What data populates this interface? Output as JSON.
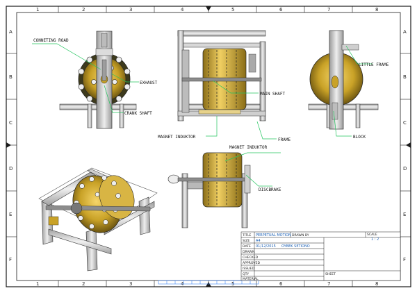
{
  "zones": {
    "columns": [
      "1",
      "2",
      "3",
      "4",
      "5",
      "6",
      "7",
      "8"
    ],
    "rows": [
      "A",
      "B",
      "C",
      "D",
      "E",
      "F"
    ]
  },
  "callouts": {
    "connecting_road": "CONNETING ROAD",
    "exhaust": "EXHAUST",
    "crank_shaft": "CRANK SHAFT",
    "main_shaft": "MAIN SHAFT",
    "magnet_induktor_front": "MAGNET INDUKTOR",
    "magnet_induktor_top": "MAGNET INDUKTOR",
    "frame": "FRAME",
    "little_frame": "LITTLE FRAME",
    "block": "BLOCK",
    "discbrake": "DISCBRAKE"
  },
  "title_block": {
    "title": "PERPETUAL MOTION",
    "date_value": "01/12/2015",
    "designer": "OYBEK SETIONO",
    "scale_value": "1 : 2",
    "row_labels": [
      "TITLE",
      "SIZE",
      "DATE",
      "DRAWN",
      "CHECKED",
      "APPROVED",
      "ISSUED",
      "QTY",
      "MATERIAL"
    ],
    "col_labels": [
      "DRAWN BY",
      "SCALE",
      "SHEET"
    ],
    "size_value": "A4"
  },
  "colors": {
    "border": "#1a1a1a",
    "leader_green": "#22c55e",
    "gold": "#c9a227",
    "frame_gray": "#c8c8c8",
    "blue_ruler": "#3b82f6"
  }
}
